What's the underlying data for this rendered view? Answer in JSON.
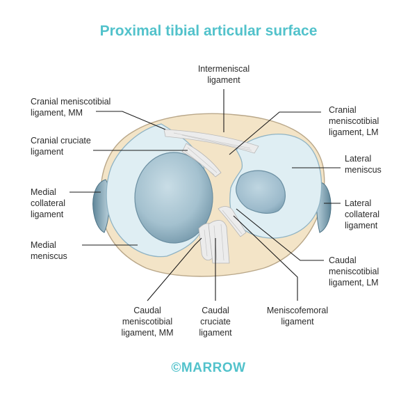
{
  "title": "Proximal tibial articular surface",
  "labels": {
    "intermeniscal": "Intermeniscal\nligament",
    "cranial_meniscotibial_mm": "Cranial meniscotibial\nligament, MM",
    "cranial_cruciate": "Cranial cruciate\nligament",
    "medial_collateral": "Medial\ncollateral\nligament",
    "medial_meniscus": "Medial\nmeniscus",
    "cranial_meniscotibial_lm": "Cranial\nmeniscotibial\nligament, LM",
    "lateral_meniscus": "Lateral\nmeniscus",
    "lateral_collateral": "Lateral\ncollateral\nligament",
    "caudal_meniscotibial_lm": "Caudal\nmeniscotibial\nligament, LM",
    "meniscofemoral": "Meniscofemoral\nligament",
    "caudal_cruciate": "Caudal\ncruciate\nligament",
    "caudal_meniscotibial_mm": "Caudal\nmeniscotibial\nligament, MM"
  },
  "logo": "©MARROW",
  "colors": {
    "title": "#52c2cb",
    "tibia": "#f3e4c7",
    "meniscus": "#dfeef3",
    "condyle": "#9fbccb",
    "ligament": "#ececec",
    "leader": "#1a1a1a"
  }
}
